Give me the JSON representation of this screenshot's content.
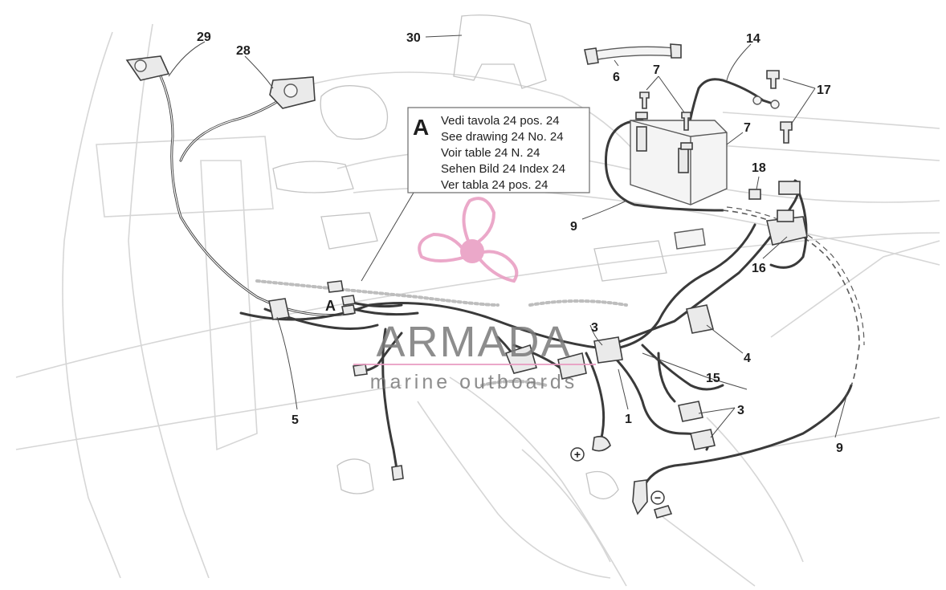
{
  "callouts": [
    {
      "id": "c29",
      "label": "29"
    },
    {
      "id": "c28",
      "label": "28"
    },
    {
      "id": "c30",
      "label": "30"
    },
    {
      "id": "c14",
      "label": "14"
    },
    {
      "id": "c6",
      "label": "6"
    },
    {
      "id": "c7a",
      "label": "7"
    },
    {
      "id": "c7b",
      "label": "7"
    },
    {
      "id": "c17",
      "label": "17"
    },
    {
      "id": "c18",
      "label": "18"
    },
    {
      "id": "c9a",
      "label": "9"
    },
    {
      "id": "c16",
      "label": "16"
    },
    {
      "id": "cA",
      "label": "A"
    },
    {
      "id": "c3a",
      "label": "3"
    },
    {
      "id": "c4",
      "label": "4"
    },
    {
      "id": "c15",
      "label": "15"
    },
    {
      "id": "c3b",
      "label": "3"
    },
    {
      "id": "c1",
      "label": "1"
    },
    {
      "id": "c5",
      "label": "5"
    },
    {
      "id": "c9b",
      "label": "9"
    }
  ],
  "note": {
    "letter": "A",
    "lines": [
      "Vedi tavola 24 pos. 24",
      "See drawing 24 No. 24",
      "Voir table 24 N. 24",
      "Sehen Bild 24 Index 24",
      "Ver tabla 24 pos. 24"
    ]
  },
  "terminals": {
    "plus": "+",
    "minus": "−"
  },
  "watermark": {
    "title": "ARMADA",
    "subtitle": "marine outboards",
    "title_color": "#7a7a7a",
    "accent_color": "#e89ac0"
  }
}
